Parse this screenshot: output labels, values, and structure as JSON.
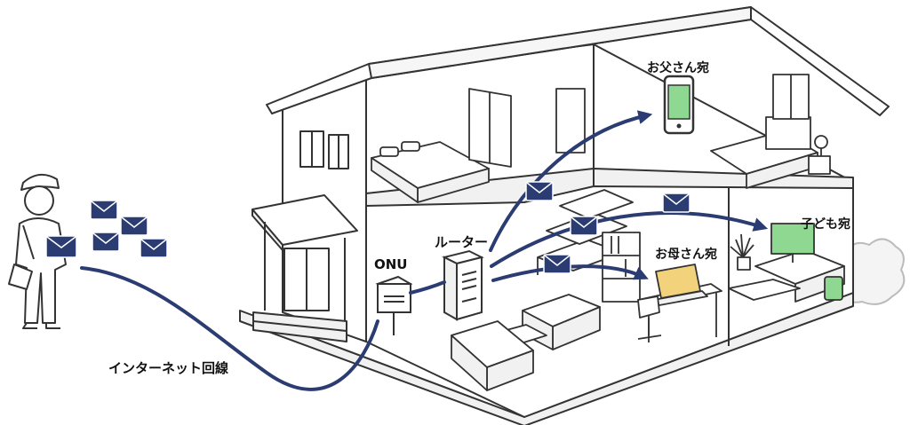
{
  "labels": {
    "internet_line": "インターネット回線",
    "onu": "ONU",
    "router": "ルーター",
    "father": "お父さん宛",
    "mother": "お母さん宛",
    "child": "子ども宛"
  },
  "colors": {
    "line": "#2b3c73",
    "envelope": "#2b3c73",
    "outline": "#333333",
    "screen_green": "#8ed892",
    "laptop_yellow": "#f2d27a",
    "fill": "#ffffff",
    "shade": "#f1f1f1"
  }
}
